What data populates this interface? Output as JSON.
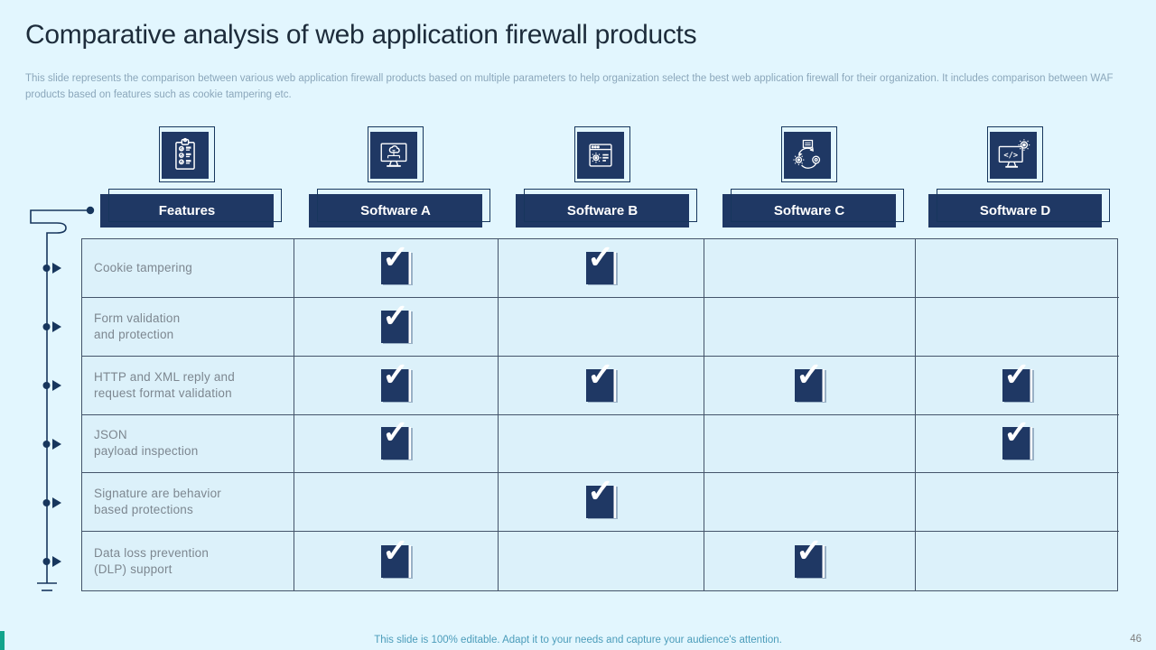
{
  "slide": {
    "title": "Comparative analysis of web application firewall products",
    "description": "This slide represents the comparison between various web application firewall products based on multiple parameters to help organization select the best web application firewall for their organization. It includes comparison between WAF products based on features such as cookie tampering etc.",
    "footer": "This slide is 100% editable. Adapt it to your needs and capture your audience's attention.",
    "page_number": "46"
  },
  "icons": {
    "check_glyph": "✓",
    "column_icons": [
      "checklist-clipboard-icon",
      "monitor-cloud-icon",
      "browser-gear-icon",
      "process-gears-icon",
      "monitor-code-gear-icon"
    ]
  },
  "colors": {
    "background": "#e2f6fe",
    "navy": "#1f3864",
    "table_border": "#44546a",
    "cell_background": "#dcf1fa",
    "row_label_text": "#7d8790",
    "subtitle_text": "#8ba7bb",
    "footer_text": "#4b9cba",
    "teal_accent": "#12a48c",
    "page_number_text": "#7f7f7f"
  },
  "table": {
    "columns": [
      {
        "label": "Features"
      },
      {
        "label": "Software A"
      },
      {
        "label": "Software B"
      },
      {
        "label": "Software C"
      },
      {
        "label": "Software D"
      }
    ],
    "rows": [
      {
        "lines": [
          "Cookie tampering",
          ""
        ],
        "checks": [
          true,
          true,
          false,
          false
        ]
      },
      {
        "lines": [
          "Form validation",
          "and protection"
        ],
        "checks": [
          true,
          false,
          false,
          false
        ]
      },
      {
        "lines": [
          "HTTP and XML reply and",
          "request format validation"
        ],
        "checks": [
          true,
          true,
          true,
          true
        ]
      },
      {
        "lines": [
          "JSON",
          "payload inspection"
        ],
        "checks": [
          true,
          false,
          false,
          true
        ]
      },
      {
        "lines": [
          "Signature are behavior",
          "based protections"
        ],
        "checks": [
          false,
          true,
          false,
          false
        ]
      },
      {
        "lines": [
          "Data loss prevention",
          "(DLP) support"
        ],
        "checks": [
          true,
          false,
          true,
          false
        ]
      }
    ]
  }
}
